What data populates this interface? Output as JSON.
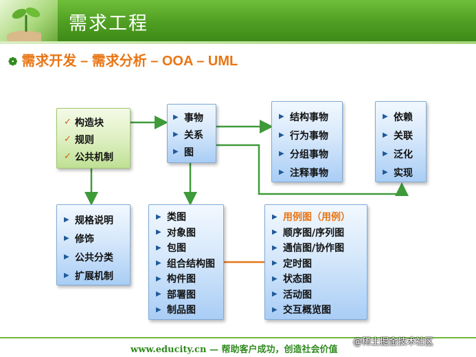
{
  "header": {
    "title": "需求工程"
  },
  "section_title": "需求开发 – 需求分析 – OOA – UML",
  "boxes": {
    "blocks": [
      "构造块",
      "规则",
      "公共机制"
    ],
    "things": [
      "事物",
      "关系",
      "图"
    ],
    "structural": [
      "结构事物",
      "行为事物",
      "分组事物",
      "注释事物"
    ],
    "relations": [
      "依赖",
      "关联",
      "泛化",
      "实现"
    ],
    "mechanisms": [
      "规格说明",
      "修饰",
      "公共分类",
      "扩展机制"
    ],
    "structure_diagrams": [
      "类图",
      "对象图",
      "包图",
      "组合结构图",
      "构件图",
      "部署图",
      "制品图"
    ],
    "behavior_diagrams": [
      "用例图（用例）",
      "顺序图/序列图",
      "通信图/协作图",
      "定时图",
      "状态图",
      "活动图",
      "交互概览图"
    ]
  },
  "footer": {
    "text": "www.educity.cn — 帮助客户成功，创造社会价值"
  },
  "watermark": "@稀土掘金技术社区",
  "colors": {
    "header_green": "#4f9e22",
    "accent_orange": "#e87514",
    "arrow_green": "#3f9a3a",
    "line_orange": "#e87514"
  }
}
